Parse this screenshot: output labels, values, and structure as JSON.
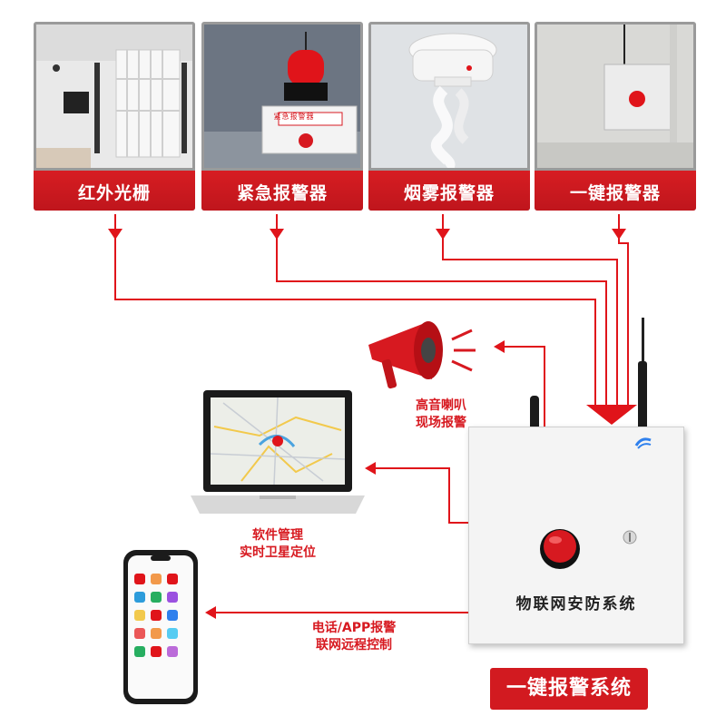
{
  "sensors": [
    {
      "name": "infrared-grating",
      "label": "红外光栅"
    },
    {
      "name": "emergency-alarm",
      "label": "紧急报警器",
      "plate_text": "紧急报警器"
    },
    {
      "name": "smoke-alarm",
      "label": "烟雾报警器"
    },
    {
      "name": "one-key-alarm",
      "label": "一键报警器"
    }
  ],
  "outputs": {
    "horn": {
      "line1": "高音喇叭",
      "line2": "现场报警"
    },
    "laptop": {
      "line1": "软件管理",
      "line2": "实时卫星定位"
    },
    "phone": {
      "line1": "电话/APP报警",
      "line2": "联网远程控制"
    }
  },
  "device": {
    "title": "物联网安防系统"
  },
  "system_title": "一键报警系统",
  "colors": {
    "accent": "#d71920",
    "band": "#c4161c",
    "device": "#f4f4f4"
  }
}
